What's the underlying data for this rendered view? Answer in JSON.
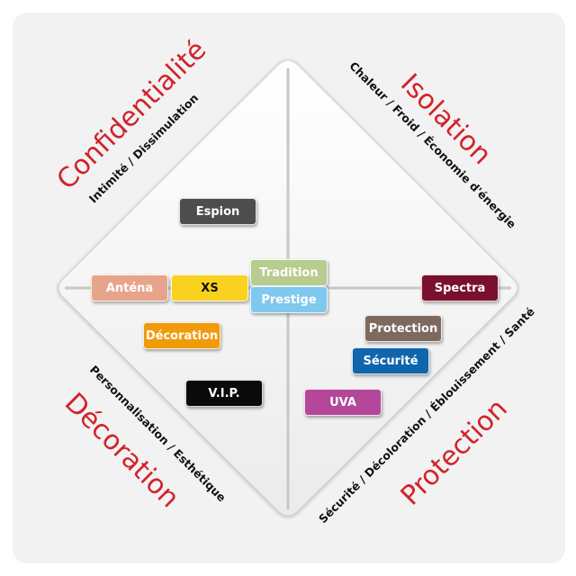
{
  "quadrants": {
    "top_left": {
      "title": "Confidentialité",
      "subtitle": "Intimité / Dissimulation"
    },
    "top_right": {
      "title": "Isolation",
      "subtitle": "Chaleur / Froid / Économie d'énergie"
    },
    "bottom_left": {
      "title": "Décoration",
      "subtitle": "Personnalisation / Esthétique"
    },
    "bottom_right": {
      "title": "Protection",
      "subtitle": "Sécurité / Décoloration / Éblouissement / Santé"
    }
  },
  "products": [
    {
      "label": "Espion",
      "color": "#4d4d4f"
    },
    {
      "label": "Anténa",
      "color": "#e8a48a"
    },
    {
      "label": "XS",
      "color": "#f9d21f"
    },
    {
      "label": "Tradition",
      "color": "#b7cc8e"
    },
    {
      "label": "Prestige",
      "color": "#7fc8ef"
    },
    {
      "label": "Spectra",
      "color": "#7a0f2e"
    },
    {
      "label": "Décoration",
      "color": "#f19a0c"
    },
    {
      "label": "Protection",
      "color": "#7d6a5e"
    },
    {
      "label": "Sécurité",
      "color": "#0f66ad"
    },
    {
      "label": "V.I.P.",
      "color": "#0a0a0a"
    },
    {
      "label": "UVA",
      "color": "#b5479b"
    }
  ],
  "colors": {
    "accent": "#d2232a"
  }
}
